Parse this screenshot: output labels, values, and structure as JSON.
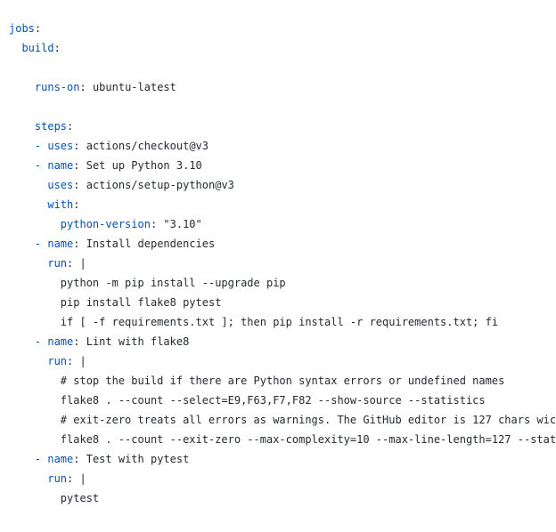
{
  "lines": [
    {
      "indent": "",
      "dash": "",
      "key": "jobs",
      "colon": ":",
      "value": ""
    },
    {
      "indent": "  ",
      "dash": "",
      "key": "build",
      "colon": ":",
      "value": ""
    },
    {
      "indent": "",
      "dash": "",
      "key": "",
      "colon": "",
      "value": ""
    },
    {
      "indent": "    ",
      "dash": "",
      "key": "runs-on",
      "colon": ":",
      "value": " ubuntu-latest"
    },
    {
      "indent": "",
      "dash": "",
      "key": "",
      "colon": "",
      "value": ""
    },
    {
      "indent": "    ",
      "dash": "",
      "key": "steps",
      "colon": ":",
      "value": ""
    },
    {
      "indent": "    ",
      "dash": "- ",
      "key": "uses",
      "colon": ":",
      "value": " actions/checkout@v3"
    },
    {
      "indent": "    ",
      "dash": "- ",
      "key": "name",
      "colon": ":",
      "value": " Set up Python 3.10"
    },
    {
      "indent": "      ",
      "dash": "",
      "key": "uses",
      "colon": ":",
      "value": " actions/setup-python@v3"
    },
    {
      "indent": "      ",
      "dash": "",
      "key": "with",
      "colon": ":",
      "value": ""
    },
    {
      "indent": "        ",
      "dash": "",
      "key": "python-version",
      "colon": ":",
      "value": " \"3.10\""
    },
    {
      "indent": "    ",
      "dash": "- ",
      "key": "name",
      "colon": ":",
      "value": " Install dependencies"
    },
    {
      "indent": "      ",
      "dash": "",
      "key": "run",
      "colon": ":",
      "value": " |"
    },
    {
      "indent": "        ",
      "dash": "",
      "key": "",
      "colon": "",
      "value": "python -m pip install --upgrade pip"
    },
    {
      "indent": "        ",
      "dash": "",
      "key": "",
      "colon": "",
      "value": "pip install flake8 pytest"
    },
    {
      "indent": "        ",
      "dash": "",
      "key": "",
      "colon": "",
      "value": "if [ -f requirements.txt ]; then pip install -r requirements.txt; fi"
    },
    {
      "indent": "    ",
      "dash": "- ",
      "key": "name",
      "colon": ":",
      "value": " Lint with flake8"
    },
    {
      "indent": "      ",
      "dash": "",
      "key": "run",
      "colon": ":",
      "value": " |"
    },
    {
      "indent": "        ",
      "dash": "",
      "key": "",
      "colon": "",
      "value": "# stop the build if there are Python syntax errors or undefined names"
    },
    {
      "indent": "        ",
      "dash": "",
      "key": "",
      "colon": "",
      "value": "flake8 . --count --select=E9,F63,F7,F82 --show-source --statistics"
    },
    {
      "indent": "        ",
      "dash": "",
      "key": "",
      "colon": "",
      "value": "# exit-zero treats all errors as warnings. The GitHub editor is 127 chars wic"
    },
    {
      "indent": "        ",
      "dash": "",
      "key": "",
      "colon": "",
      "value": "flake8 . --count --exit-zero --max-complexity=10 --max-line-length=127 --stat"
    },
    {
      "indent": "    ",
      "dash": "- ",
      "key": "name",
      "colon": ":",
      "value": " Test with pytest"
    },
    {
      "indent": "      ",
      "dash": "",
      "key": "run",
      "colon": ":",
      "value": " |"
    },
    {
      "indent": "        ",
      "dash": "",
      "key": "",
      "colon": "",
      "value": "pytest"
    }
  ]
}
